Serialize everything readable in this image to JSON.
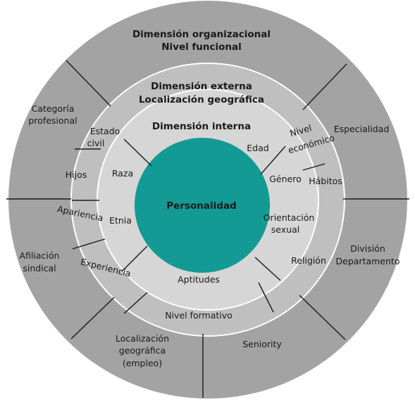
{
  "colors": {
    "outer_ring": "#a3a3a3",
    "external_ring": "#bfbfbf",
    "internal_ring": "#d6d6d6",
    "core": "#139a94",
    "ring_edge": "#ffffff",
    "divider": "#1a1a1a"
  },
  "headers": {
    "organizational_1": "Dimensión organizacional",
    "organizational_2": "Nivel funcional",
    "external_1": "Dimensión externa",
    "external_2": "Localización geográfica",
    "internal": "Dimensión interna"
  },
  "core": {
    "label": "Personalidad"
  },
  "internal_items": {
    "edad": "Edad",
    "genero": "Género",
    "orientacion_1": "Orientación",
    "orientacion_2": "sexual",
    "aptitudes": "Aptitudes",
    "etnia": "Etnia",
    "raza": "Raza"
  },
  "external_items": {
    "nivel_1": "Nivel",
    "nivel_2": "económico",
    "habitos": "Hábitos",
    "religion": "Religión",
    "nivel_formativo": "Nivel formativo",
    "experiencia": "Experiencia",
    "apariencia": "Apariencia",
    "hijos": "Hijos",
    "estado_1": "Estado",
    "estado_2": "civil"
  },
  "organizational_items": {
    "categoria_1": "Categoría",
    "categoria_2": "profesional",
    "especialidad": "Especialidad",
    "division_1": "División",
    "division_2": "Departamento",
    "seniority": "Seniority",
    "localizacion_1": "Localización",
    "localizacion_2": "geográfica",
    "localizacion_3": "(empleo)",
    "afiliacion_1": "Afiliación",
    "afiliacion_2": "sindical"
  }
}
